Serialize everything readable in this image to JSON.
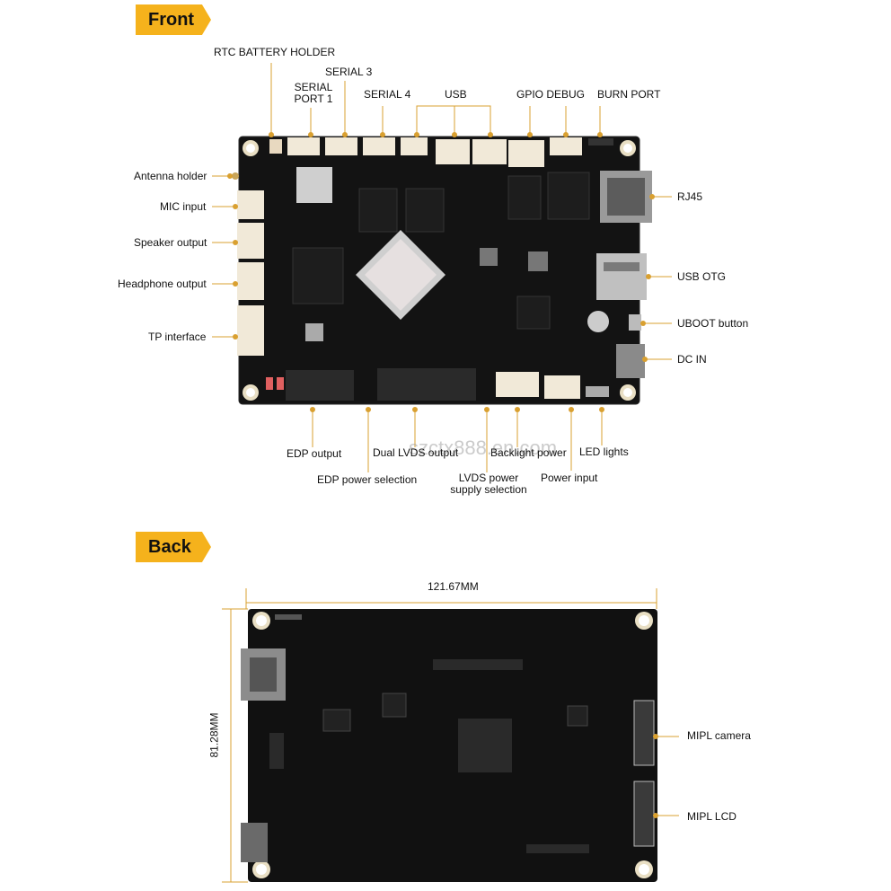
{
  "front": {
    "section_label": "Front",
    "labels": {
      "rtc": "RTC BATTERY HOLDER",
      "serial1_line1": "SERIAL",
      "serial1_line2": "PORT 1",
      "serial3": "SERIAL 3",
      "serial4": "SERIAL 4",
      "usb": "USB",
      "gpio": "GPIO DEBUG",
      "burn": "BURN PORT",
      "antenna": "Antenna holder",
      "mic": "MIC input",
      "speaker": "Speaker output",
      "headphone": "Headphone output",
      "tp": "TP interface",
      "rj45": "RJ45",
      "usb_otg": "USB OTG",
      "uboot": "UBOOT button",
      "dc_in": "DC IN",
      "edp_output": "EDP output",
      "edp_power": "EDP power selection",
      "dual_lvds": "Dual LVDS output",
      "lvds_power_line1": "LVDS power",
      "lvds_power_line2": "supply selection",
      "backlight": "Backlight power",
      "power_input": "Power input",
      "led": "LED lights"
    }
  },
  "back": {
    "section_label": "Back",
    "width_dim": "121.67MM",
    "height_dim": "81.28MM",
    "labels": {
      "mipi_camera": "MIPL camera",
      "mipi_lcd": "MIPL LCD"
    }
  },
  "watermark": "szctx888.en.com",
  "colors": {
    "accent": "#f5b21c",
    "leader": "#d9a030",
    "board": "#111111"
  }
}
